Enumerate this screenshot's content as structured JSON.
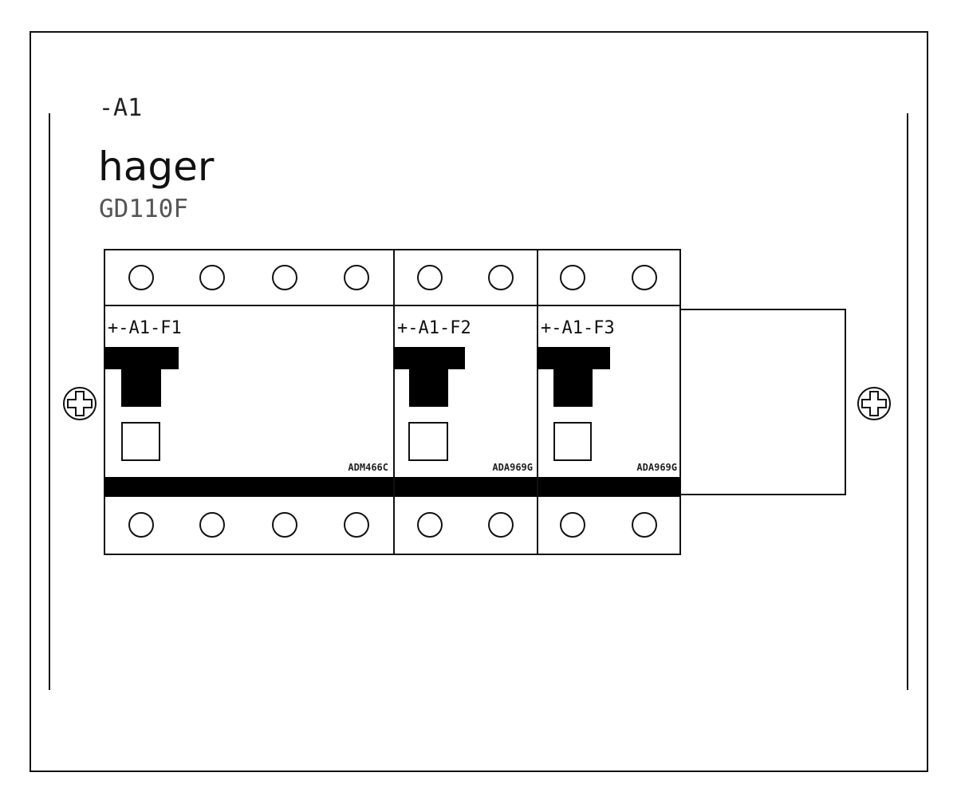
{
  "enclosure": {
    "tag": "-A1",
    "brand": "hager",
    "model": "GD110F"
  },
  "devices": [
    {
      "label": "+-A1-F1",
      "ref": "ADM466C",
      "poles": 4
    },
    {
      "label": "+-A1-F2",
      "ref": "ADA969G",
      "poles": 2
    },
    {
      "label": "+-A1-F3",
      "ref": "ADA969G",
      "poles": 2
    }
  ],
  "colors": {
    "line": "#111111",
    "fill": "#000000",
    "model_text": "#555555"
  }
}
